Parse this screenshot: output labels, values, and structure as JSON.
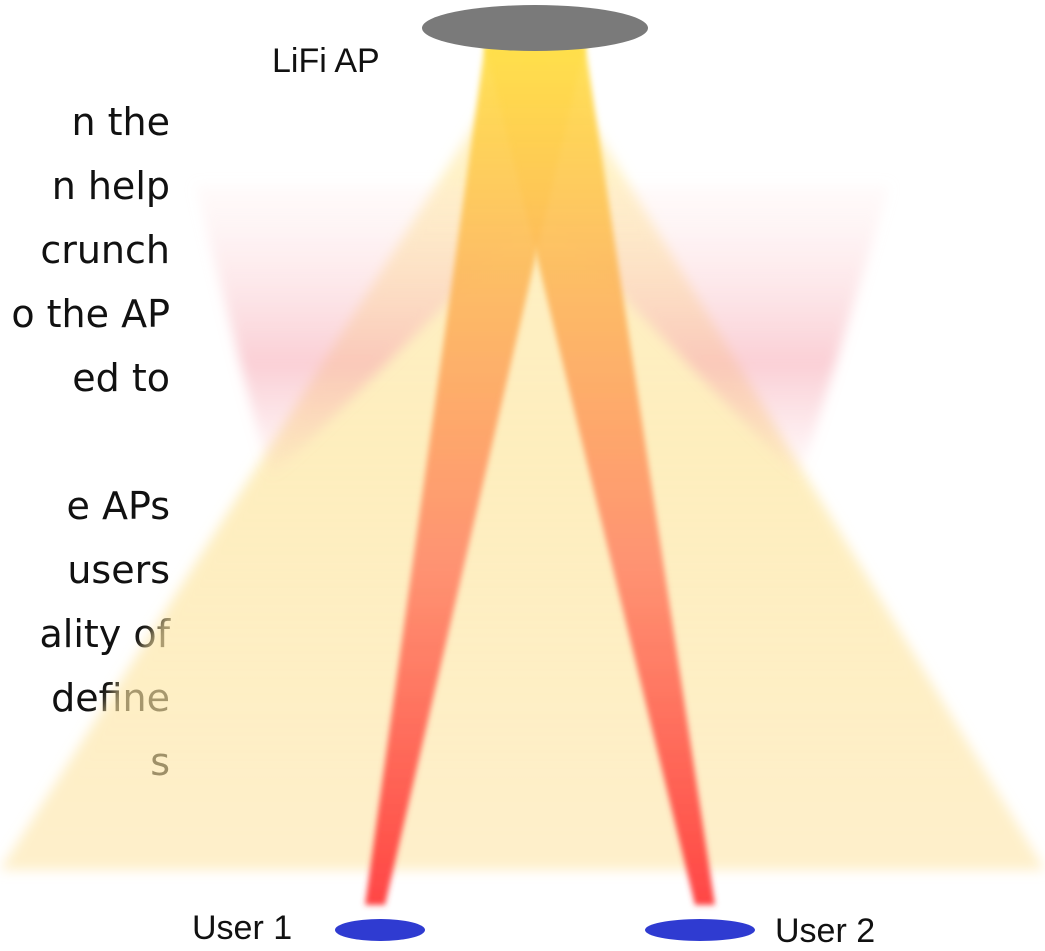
{
  "left_text": {
    "lines": [
      "n the",
      "n help",
      "crunch",
      "o the AP",
      "ed to",
      "",
      "e APs",
      "users",
      "ality of",
      "define",
      "s"
    ]
  },
  "labels": {
    "ap": "LiFi AP",
    "user1": "User 1",
    "user2": "User 2"
  },
  "colors": {
    "ap_fill": "#7a7a7a",
    "user_fill": "#2f3bd1",
    "wide_beam": "#fde7a0",
    "narrow_beam_top": "#ffd84a",
    "narrow_beam_bottom": "#ff4d4d",
    "pink_haze": "#f9b9c0"
  }
}
